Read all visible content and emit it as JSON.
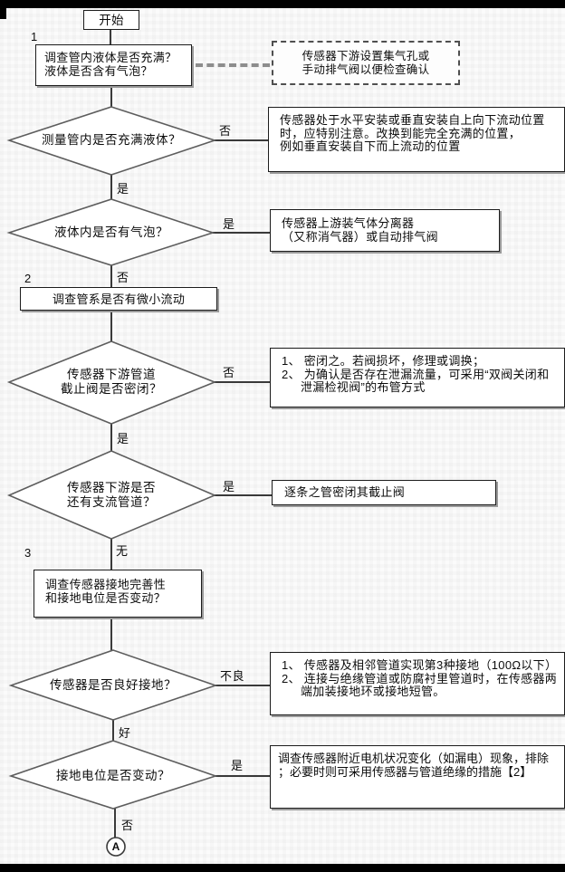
{
  "flow": {
    "start_label": "开始",
    "connector_label": "A",
    "step_markers": [
      "1",
      "2",
      "3"
    ],
    "branch_labels": {
      "yes": "是",
      "no": "否",
      "none": "无",
      "good": "好",
      "bad": "不良"
    },
    "nodes": {
      "check_full": {
        "lines": [
          "调查管内液体是否充满？",
          "液体是否含有气泡？"
        ]
      },
      "note_vent": {
        "lines": [
          "传感器下游设置集气孔或",
          "手动排气阀以便检查确认"
        ]
      },
      "q_pipe_full": "测量管内是否充满液体？",
      "fix_position": {
        "lines": [
          "传感器处于水平安装或垂直安装自上向下流动位置",
          "时，应特别注意。改换到能完全充满的位置，",
          "例如垂直安装自下而上流动的位置"
        ]
      },
      "q_bubbles": "液体内是否有气泡？",
      "fix_separator": {
        "lines": [
          "传感器上游装气体分离器",
          "（又称消气器）或自动排气阀"
        ]
      },
      "check_microflow": "调查管系是否有微小流动",
      "q_valve_sealed": {
        "lines": [
          "传感器下游管道",
          "截止阀是否密闭？"
        ]
      },
      "fix_valve": {
        "lines": [
          "1、 密闭之。若阀损坏，修理或调换；",
          "2、 为确认是否存在泄漏流量，可采用“双阀关闭和",
          "泄漏检视阀”的布管方式"
        ]
      },
      "q_branch_pipe": {
        "lines": [
          "传感器下游是否",
          "还有支流管道？"
        ]
      },
      "fix_branch": "逐条之管密闭其截止阀",
      "check_grounding": {
        "lines": [
          "调查传感器接地完善性",
          "和接地电位是否变动？"
        ]
      },
      "q_grounded": "传感器是否良好接地？",
      "fix_grounding": {
        "lines": [
          "1、 传感器及相邻管道实现第3种接地（100Ω以下）",
          "2、 连接与绝缘管道或防腐衬里管道时，在传感器两",
          "端加装接地环或接地短管。"
        ]
      },
      "q_potential": "接地电位是否变动？",
      "fix_potential": {
        "lines": [
          "调查传感器附近电机状况变化（如漏电）现象，排除",
          "；必要时则可采用传感器与管道绝缘的措施【2】"
        ]
      }
    },
    "colors": {
      "line": "#3a3a3a",
      "diamond_stroke": "#5d5d5d",
      "box_border": "#1c1c1c",
      "shadow": "#9a9a9a",
      "bar": "#000000"
    }
  }
}
